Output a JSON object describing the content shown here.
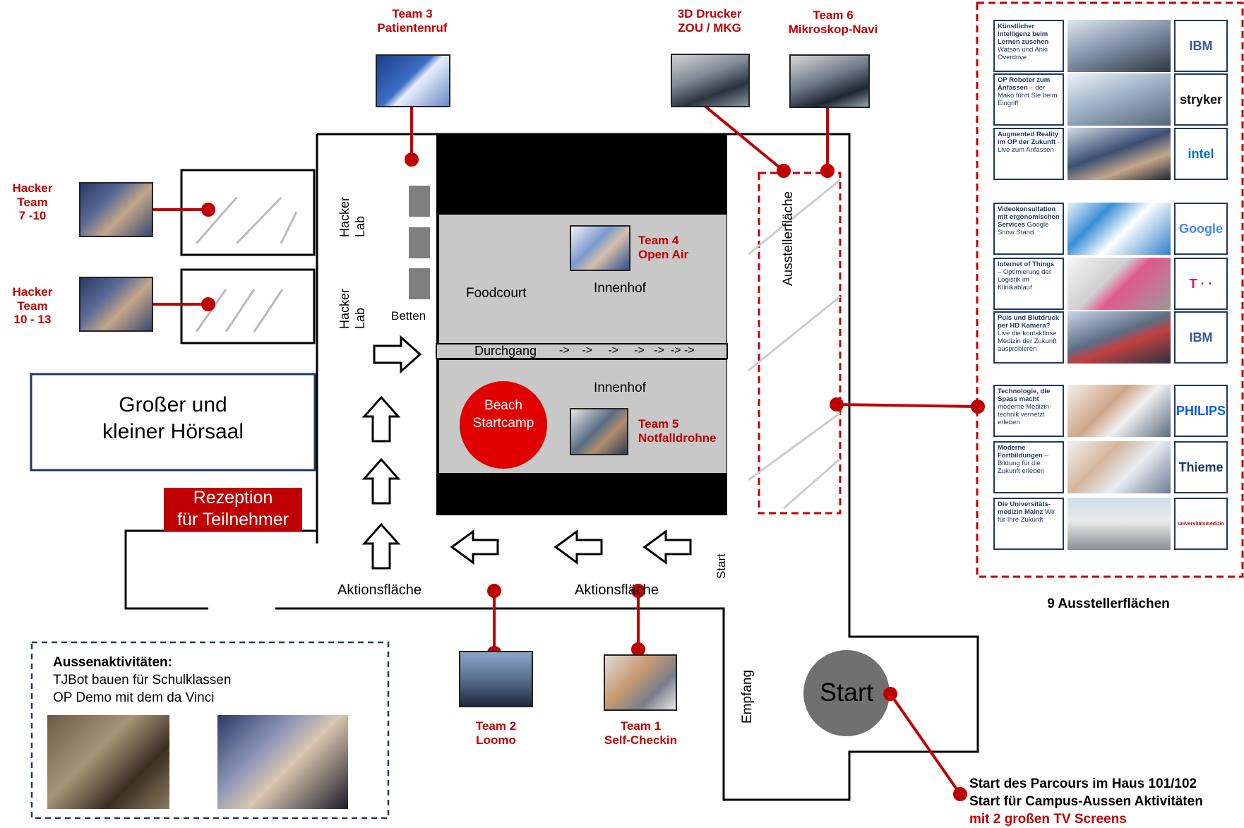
{
  "teams": {
    "team3": "Team 3\nPatientenruf",
    "drucker": "3D Drucker\nZOU / MKG",
    "team6": "Team 6\nMikroskop-Navi",
    "hacker1": "Hacker\nTeam\n7 -10",
    "hacker2": "Hacker\nTeam\n10 - 13",
    "team4": "Team 4\nOpen Air",
    "team5": "Team 5\nNotfalldrohne",
    "team2": "Team 2\nLoomo",
    "team1": "Team 1\nSelf-Checkin"
  },
  "rooms": {
    "hacker_lab": "Hacker\nLab",
    "betten": "Betten",
    "foodcourt": "Foodcourt",
    "innenhof": "Innenhof",
    "durchgang": "Durchgang",
    "durchgang_arrows": "->    ->     ->     ->   ->  -> ->",
    "hoersaal": "Großer und\nkleiner Hörsaal",
    "rezeption": "Rezeption\nfür Teilnehmer",
    "beach": "Beach\nStartcamp",
    "aktionsflaeche": "Aktionsfläche",
    "ausstellerflaeche": "Ausstellerfläche",
    "start_small": "Start",
    "empfang": "Empfang",
    "start_big": "Start"
  },
  "aussen": {
    "title": "Aussenaktivitäten:",
    "line1": "TJBot bauen für Schulklassen",
    "line2": "OP Demo mit dem da Vinci"
  },
  "exhibitors": {
    "caption": "9 Ausstellerflächen",
    "items": [
      {
        "title": "Künstlicher Intelligenz beim Lernen zusehen",
        "text": "Watson und Anki Overdrive",
        "logo": "IBM",
        "logo_color": "#3c5a9a"
      },
      {
        "title": "OP Roboter zum Anfassen",
        "text": "– der Mako führt Sie beim Eingriff",
        "logo": "stryker",
        "logo_color": "#111111"
      },
      {
        "title": "Augmented Reality im OP der Zukunft",
        "text": "- Live zum Anfassen",
        "logo": "intel",
        "logo_color": "#0071c5"
      },
      {
        "title": "Videokonsultation mit ergonomischen Services",
        "text": "Google Show Stand",
        "logo": "Google",
        "logo_color": "#4285f4"
      },
      {
        "title": "Internet of Things",
        "text": "– Optimierung der Logistik im Klinikablauf",
        "logo": "T · ·",
        "logo_color": "#e20074"
      },
      {
        "title": "Puls und Blutdruck per HD Kamera?",
        "text": "Live die kontaktlose Medizin der Zukunft ausprobieren",
        "logo": "IBM",
        "logo_color": "#3c5a9a"
      },
      {
        "title": "Technologie, die Spass macht",
        "text": "moderne Medizin-technik vernetzt erleben",
        "logo": "PHILIPS",
        "logo_color": "#0b5ed7"
      },
      {
        "title": "Moderne Fortbildungen",
        "text": "– Bildung für die Zukunft erleben",
        "logo": "Thieme",
        "logo_color": "#1f3864"
      },
      {
        "title": "Die Universitäts-medizin Mainz",
        "text": "Wir für Ihre Zukunft",
        "logo": "universitätsmedizin",
        "logo_color": "#c00000"
      }
    ]
  },
  "start_note": {
    "line1": "Start des Parcours im Haus 101/102",
    "line2": "Start für Campus-Aussen Aktivitäten",
    "line3": "mit 2 großen TV Screens"
  },
  "colors": {
    "accent_red": "#c00000",
    "beach_red": "#e00000",
    "navy": "#1f3864",
    "gray_area": "#c8c8c8",
    "start_circle": "#707070"
  }
}
